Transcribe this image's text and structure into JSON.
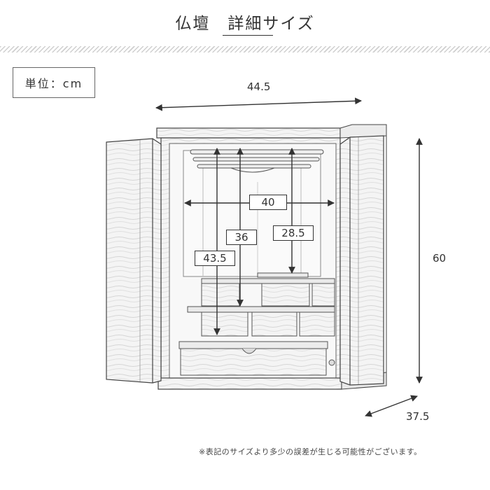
{
  "title": "仏壇　詳細サイズ",
  "unit_label": "単位：cm",
  "dimensions": {
    "width": "44.5",
    "height": "60",
    "depth": "37.5",
    "inner_width": "40",
    "inner_height_1": "43.5",
    "inner_height_2": "36",
    "inner_height_3": "28.5"
  },
  "note": "※表記のサイズより多少の誤差が生じる可能性がございます。"
}
